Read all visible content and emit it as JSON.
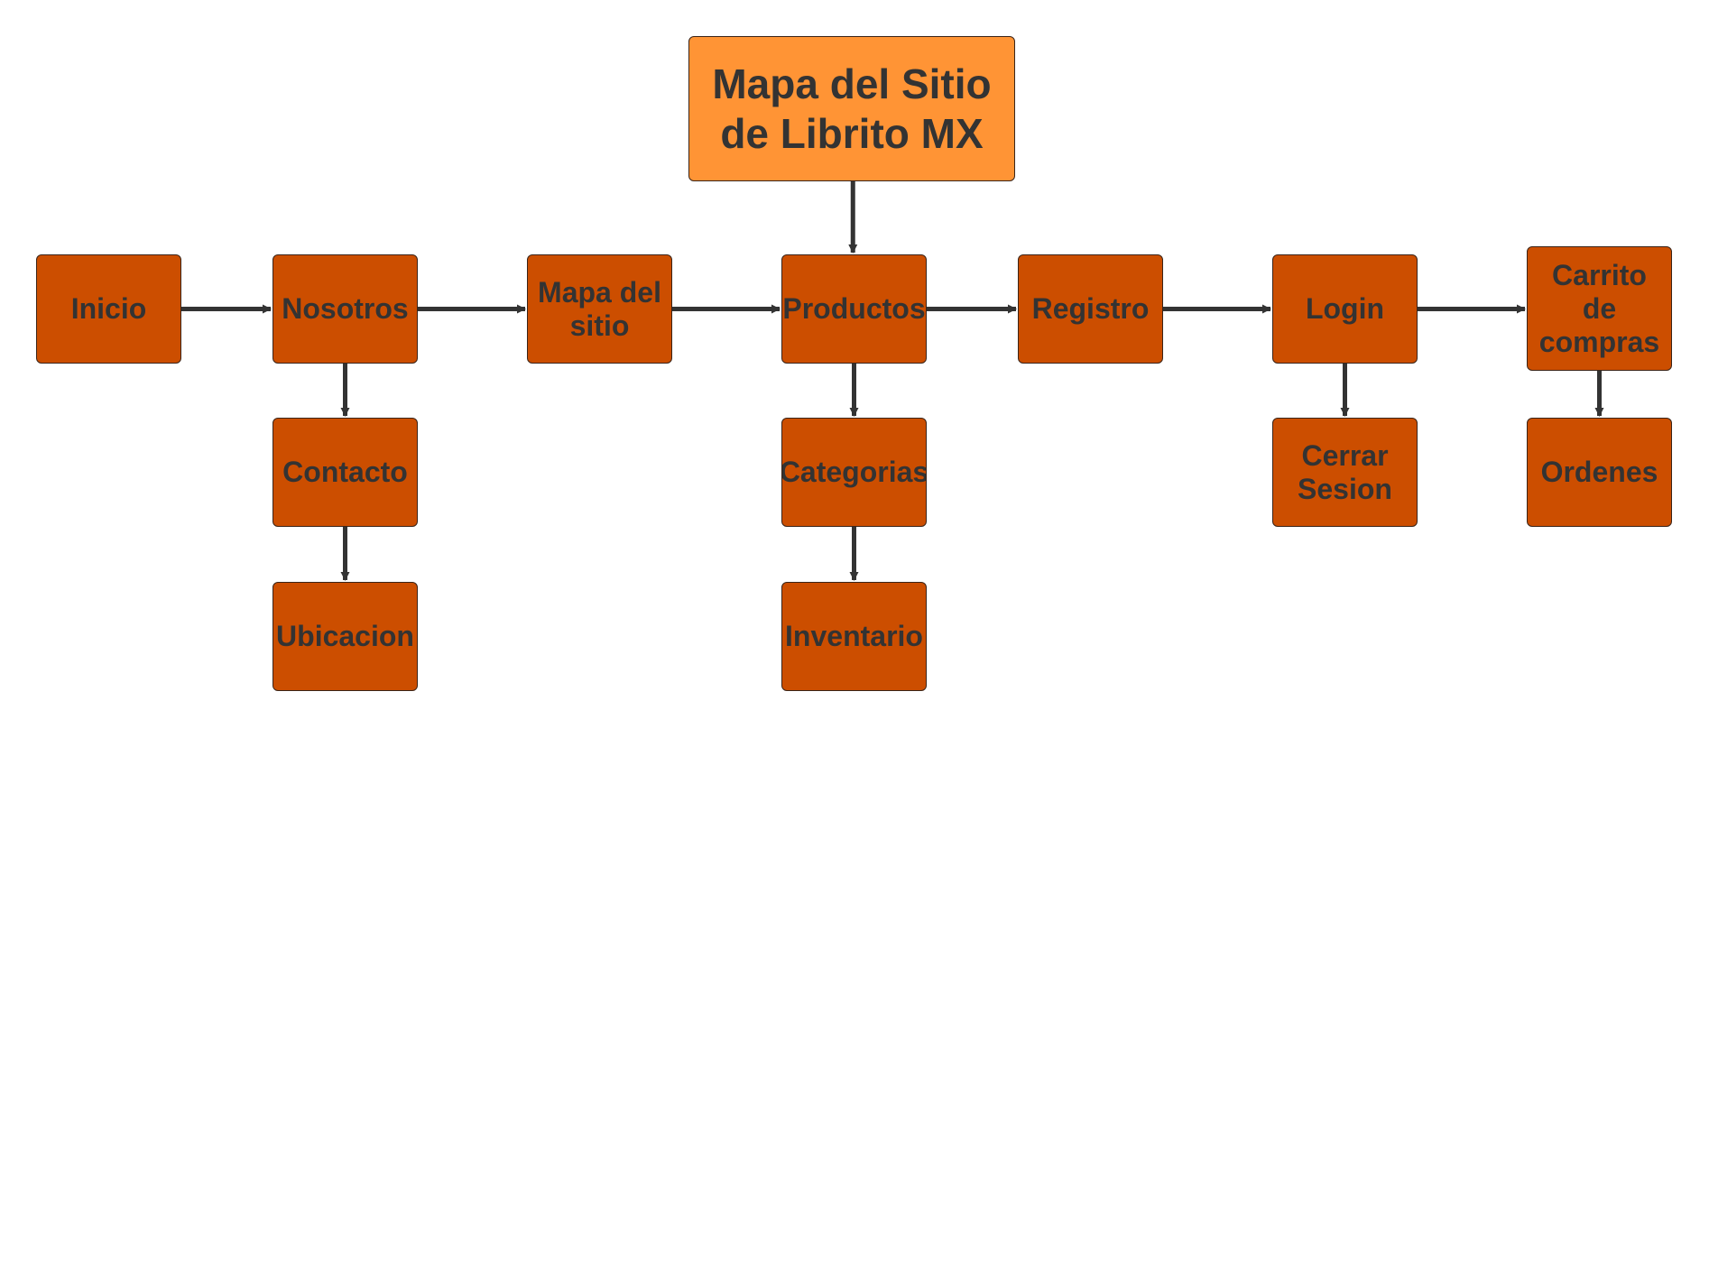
{
  "colors": {
    "title_fill": "#FF9435",
    "node_fill": "#CC4E00",
    "node_border": "#3A2418",
    "text": "#333333",
    "arrow": "#333333"
  },
  "nodes": {
    "title": "Mapa del Sitio\nde Librito MX",
    "inicio": "Inicio",
    "nosotros": "Nosotros",
    "mapa_del_sitio": "Mapa del\nsitio",
    "productos": "Productos",
    "registro": "Registro",
    "login": "Login",
    "carrito": "Carrito\nde\ncompras",
    "contacto": "Contacto",
    "ubicacion": "Ubicacion",
    "categorias": "Categorias",
    "inventario": "Inventario",
    "cerrar_sesion": "Cerrar\nSesion",
    "ordenes": "Ordenes"
  },
  "edges": [
    {
      "from": "title",
      "to": "productos"
    },
    {
      "from": "inicio",
      "to": "nosotros"
    },
    {
      "from": "nosotros",
      "to": "mapa_del_sitio"
    },
    {
      "from": "mapa_del_sitio",
      "to": "productos"
    },
    {
      "from": "productos",
      "to": "registro"
    },
    {
      "from": "registro",
      "to": "login"
    },
    {
      "from": "login",
      "to": "carrito"
    },
    {
      "from": "nosotros",
      "to": "contacto"
    },
    {
      "from": "contacto",
      "to": "ubicacion"
    },
    {
      "from": "productos",
      "to": "categorias"
    },
    {
      "from": "categorias",
      "to": "inventario"
    },
    {
      "from": "login",
      "to": "cerrar_sesion"
    },
    {
      "from": "carrito",
      "to": "ordenes"
    }
  ]
}
